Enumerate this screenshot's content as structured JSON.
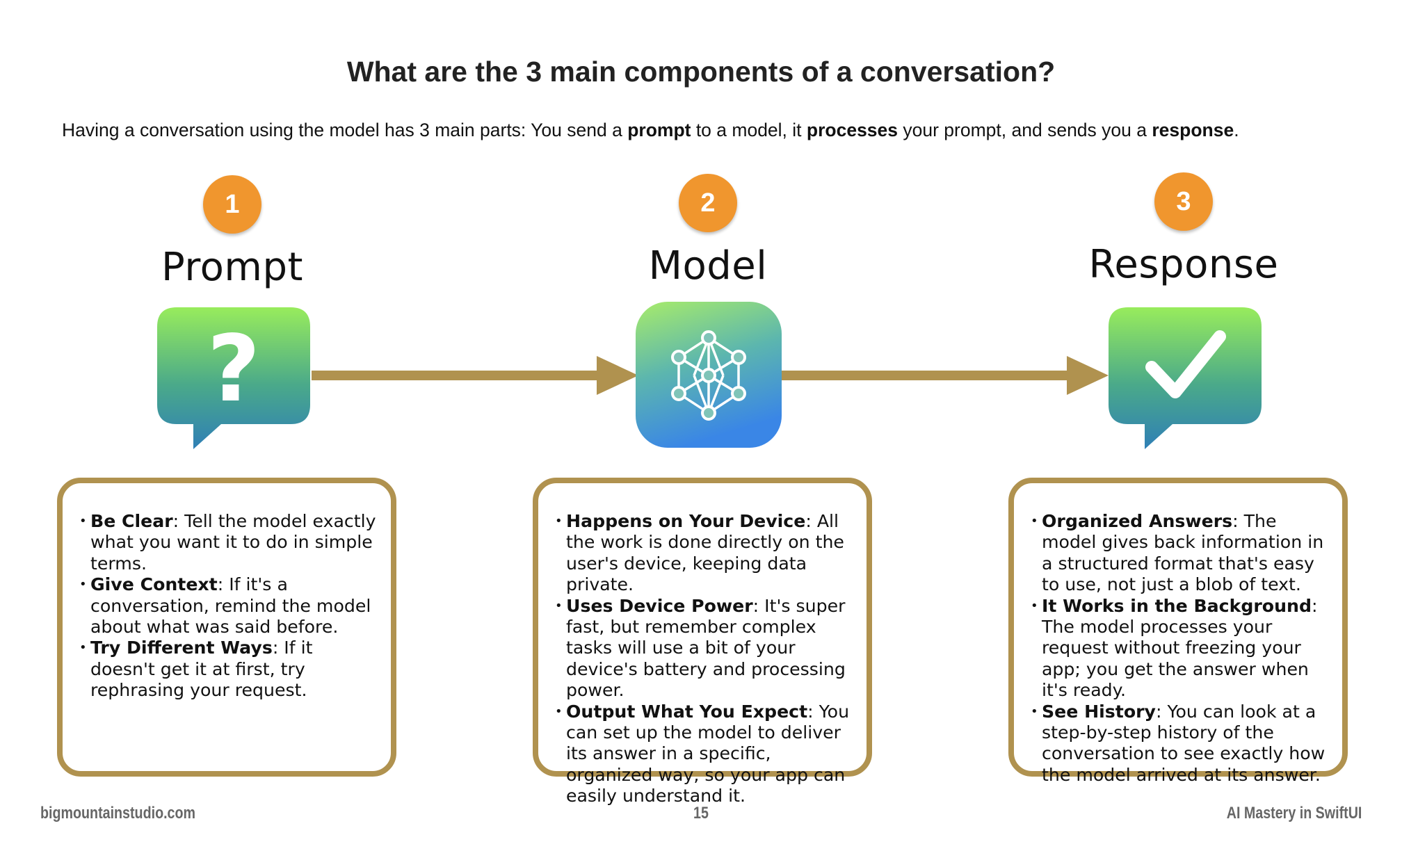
{
  "title": "What are the 3 main components of a conversation?",
  "intro": {
    "part1": "Having a conversation using the model has 3 main parts: You send a ",
    "bold1": "prompt",
    "part2": " to a model, it ",
    "bold2": "processes",
    "part3": " your prompt, and sends you a ",
    "bold3": "response",
    "part4": "."
  },
  "steps": [
    {
      "number": "1",
      "name": "Prompt",
      "icon": "question-bubble-icon",
      "points": [
        {
          "term": "Be Clear",
          "text": ": Tell the model exactly what you want it to do in simple terms."
        },
        {
          "term": "Give Context",
          "text": ": If it's a conversation, remind the model about what was said before."
        },
        {
          "term": "Try Different Ways",
          "text": ": If it doesn't get it at first, try rephrasing your request."
        }
      ]
    },
    {
      "number": "2",
      "name": "Model",
      "icon": "neural-network-icon",
      "points": [
        {
          "term": "Happens on Your Device",
          "text": ": All the work is done directly on the user's device, keeping data private."
        },
        {
          "term": "Uses Device Power",
          "text": ": It's super fast, but remember complex tasks will use a bit of your device's battery and processing power."
        },
        {
          "term": "Output What You Expect",
          "text": ": You can set up the model to deliver its answer in a specific, organized way, so your app can easily understand it."
        }
      ]
    },
    {
      "number": "3",
      "name": "Response",
      "icon": "checkmark-bubble-icon",
      "points": [
        {
          "term": "Organized Answers",
          "text": ": The model gives back information in a structured format that's easy to use, not just a blob of text."
        },
        {
          "term": "It Works in the Background",
          "text": ": The model processes your request without freezing your app; you get the answer when it's ready."
        },
        {
          "term": "See History",
          "text": ": You can look at a step-by-step history of the conversation to see exactly how the model arrived at its answer."
        }
      ]
    }
  ],
  "colors": {
    "accent": "#f0962e",
    "arrow": "#b0924f",
    "box_border": "#b0924f",
    "icon_green": "#8ee05f",
    "icon_blue": "#3a8fd6"
  },
  "footer": {
    "left": "bigmountainstudio.com",
    "center": "15",
    "right": "AI Mastery in SwiftUI"
  }
}
